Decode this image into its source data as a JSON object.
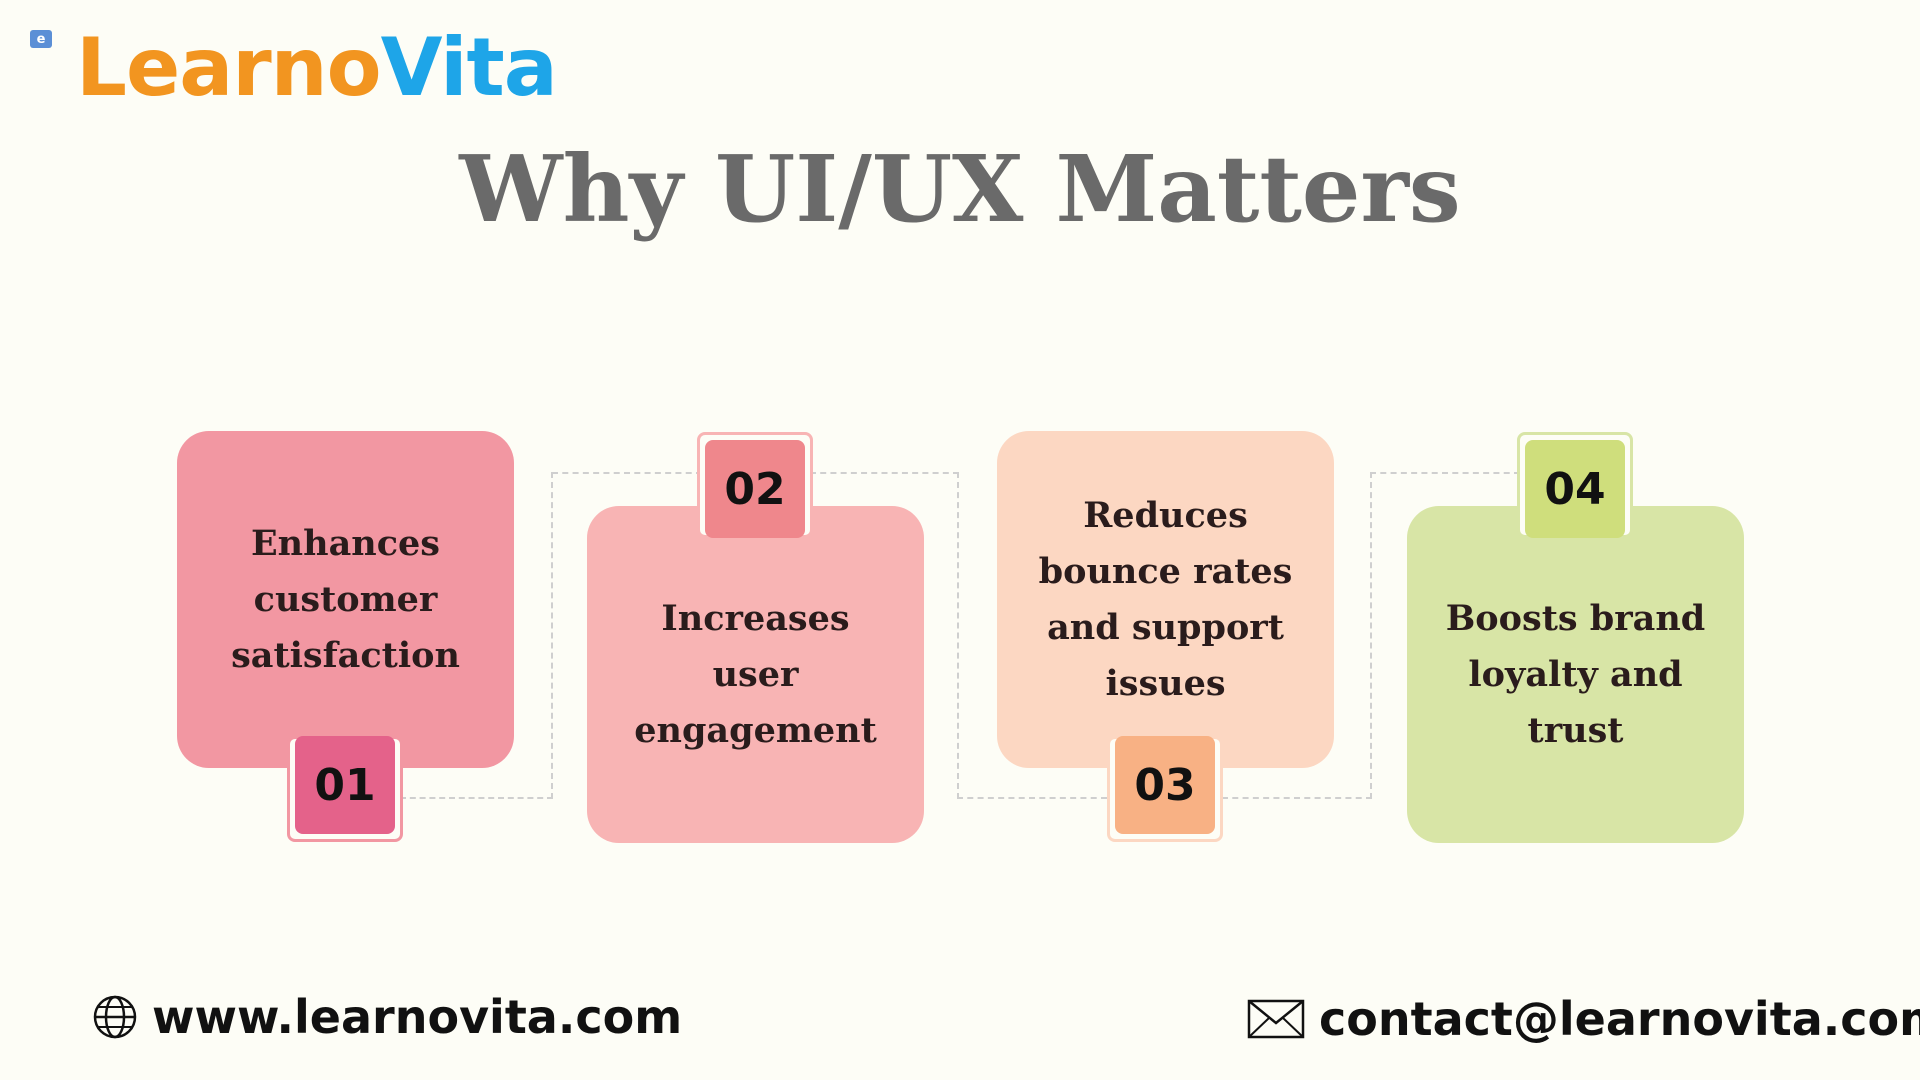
{
  "logo": {
    "mark": "e",
    "part1": "Learno",
    "part2": "Vita",
    "colors": {
      "part1": "#f29520",
      "part2": "#1ea5e8"
    }
  },
  "title": "Why UI/UX Matters",
  "steps": [
    {
      "number": "01",
      "text": "Enhances customer satisfaction",
      "card_color": "#f297a2",
      "badge_color": "#e4628a"
    },
    {
      "number": "02",
      "text": "Increases user engagement",
      "card_color": "#f8b4b4",
      "badge_color": "#ef878c"
    },
    {
      "number": "03",
      "text": "Reduces bounce rates and support issues",
      "card_color": "#fcd7c2",
      "badge_color": "#f8b184"
    },
    {
      "number": "04",
      "text": "Boosts brand loyalty and trust",
      "card_color": "#d8e5a6",
      "badge_color": "#cfde7c"
    }
  ],
  "footer": {
    "website": "www.learnovita.com",
    "website_icon": "globe-icon",
    "email": "contact@learnovita.com",
    "email_icon": "envelope-icon"
  }
}
